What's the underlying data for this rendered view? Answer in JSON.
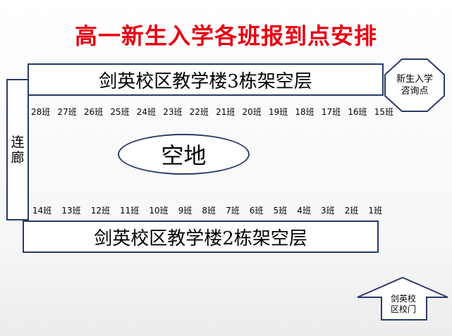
{
  "title": "高一新生入学各班报到点安排",
  "building_3": "剑英校区教学楼3栋架空层",
  "building_2": "剑英校区教学楼2栋架空层",
  "corridor": "连廊",
  "open_space": "空地",
  "info_point": "新生入学咨询点",
  "gate": "剑英校区校门",
  "top_classes": [
    "28班",
    "27班",
    "26班",
    "25班",
    "24班",
    "23班",
    "22班",
    "21班",
    "20班",
    "19班",
    "18班",
    "17班",
    "16班",
    "15班"
  ],
  "bottom_classes": [
    "14班",
    "13班",
    "12班",
    "11班",
    "10班",
    "9班",
    "8班",
    "7班",
    "6班",
    "5班",
    "4班",
    "3班",
    "2班",
    "1班"
  ],
  "colors": {
    "title": "#e60012",
    "border": "#2a3a6a"
  }
}
